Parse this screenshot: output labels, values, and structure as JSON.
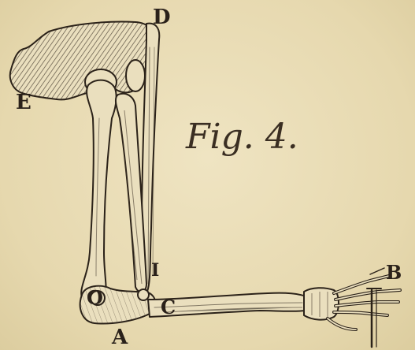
{
  "figure": {
    "title": "Fig. 4.",
    "labels": {
      "A": "A",
      "B": "B",
      "C": "C",
      "D": "D",
      "E": "E",
      "I": "I",
      "O": "O"
    }
  },
  "colors": {
    "paper": "#e9ddb6",
    "ink": "#2b2219",
    "bone": "#eadfbe"
  }
}
